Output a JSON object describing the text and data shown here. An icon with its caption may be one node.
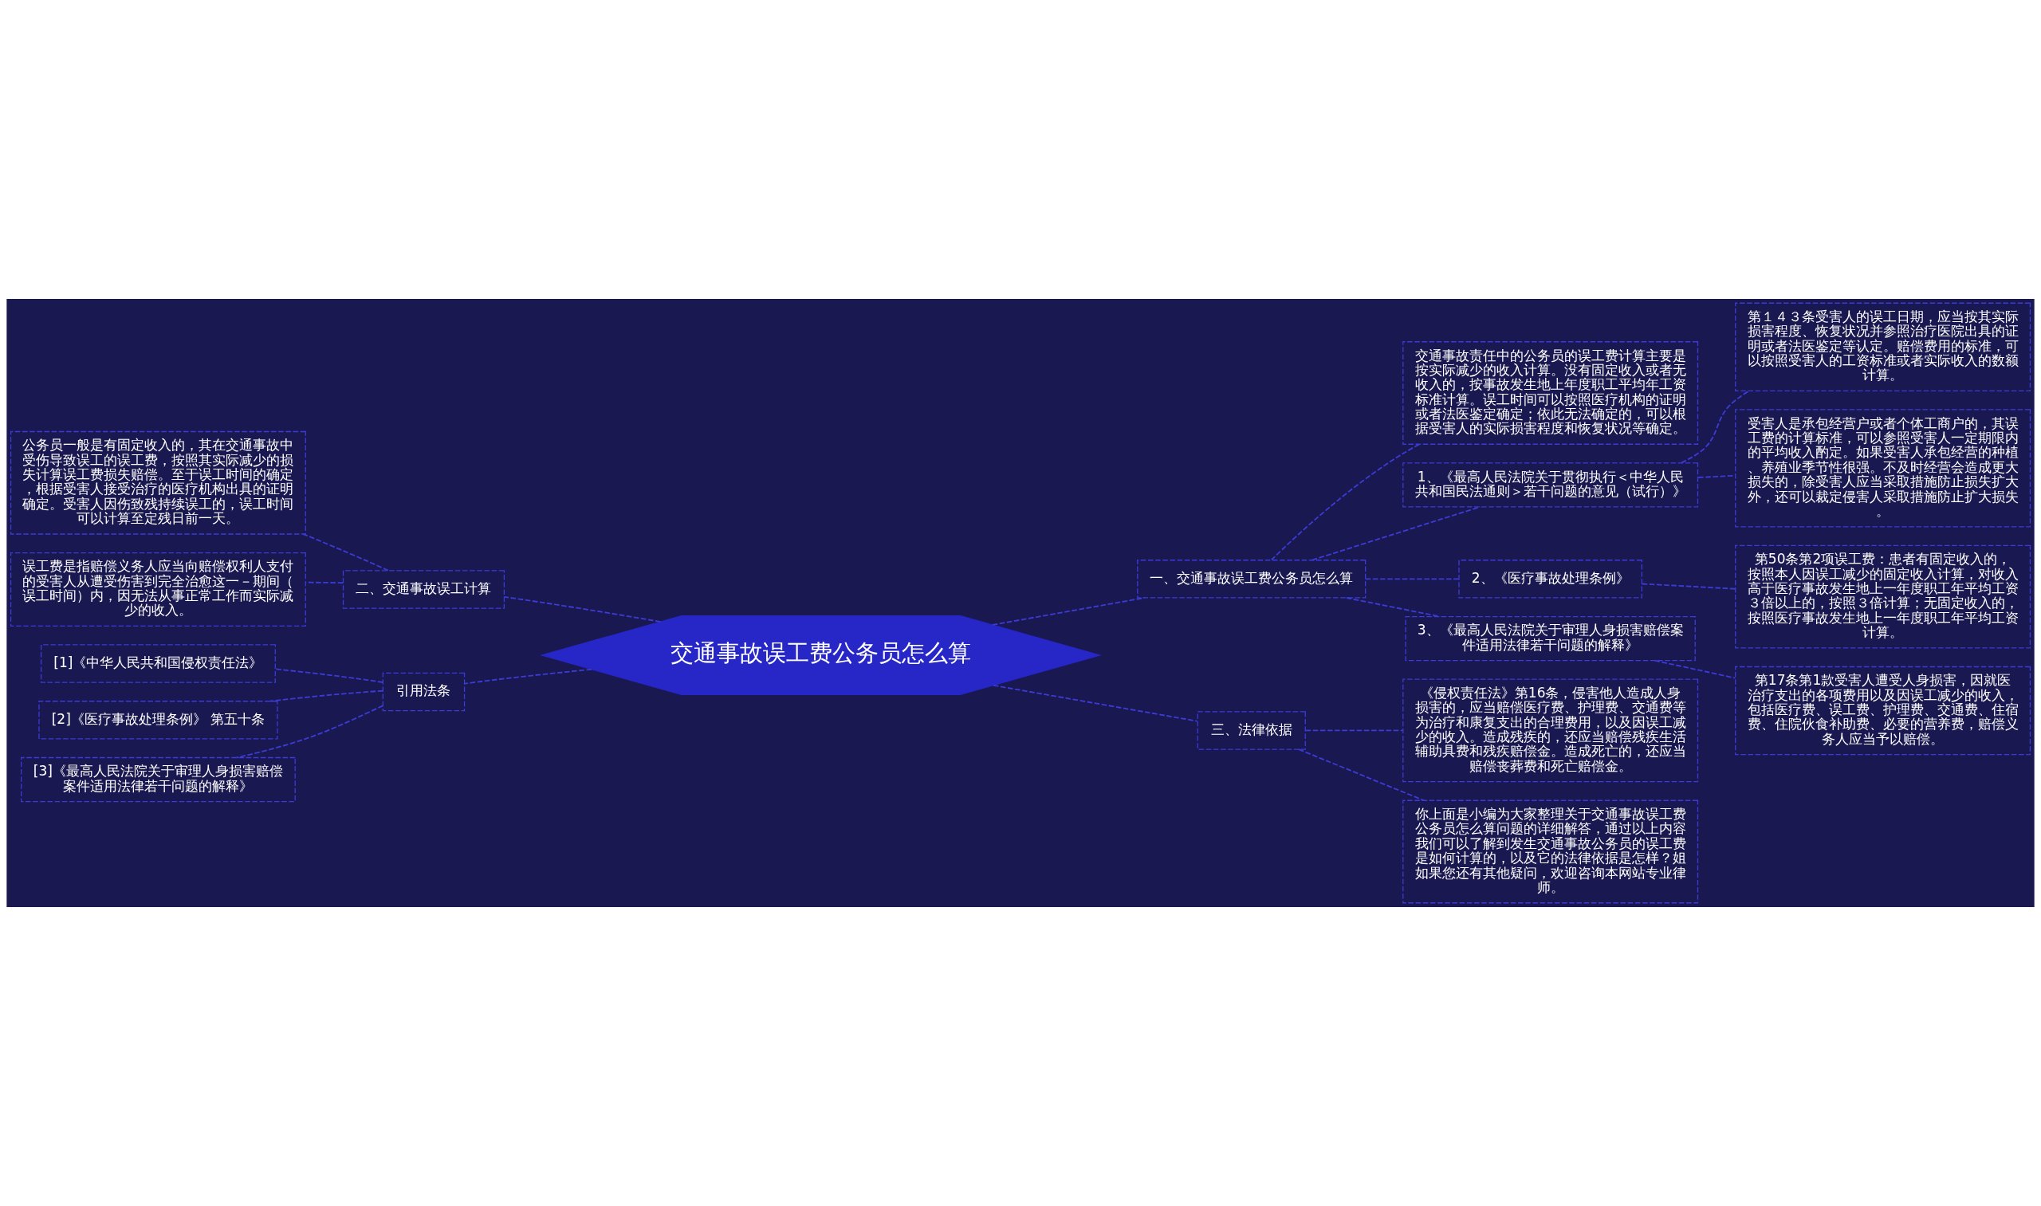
{
  "diagram": {
    "nodes": [
      {
        "text": [
          "交通事故误工费公务员怎么算"
        ]
      },
      {
        "text": [
          "一、交通事故误工费公务员怎么算"
        ]
      },
      {
        "text": [
          "交通事故责任中的公务员的误工费计算主要是按实际减少的收入计算。没有固定收入或者无收入的，按事故发生地上年度职工平均年工资标准计算。误工时间可以按照医疗机构的证明或者法医鉴定确定；依此无法确定的，可以根据受害人的实际损害程度和恢复状况等确定。"
        ]
      },
      {
        "text": [
          "1、《最高人民法院关于贯彻执行＜中华人民共和国民法通则＞若干问题的意见（试行）》"
        ]
      },
      {
        "text": [
          "第１４３条受害人的误工日期，应当按其实际损害程度、恢复状况并参照治疗医院出具的证明或者法医鉴定等认定。赔偿费用的标准，可以按照受害人的工资标准或者实际收入的数额计算。"
        ]
      },
      {
        "text": [
          "受害人是承包经营户或者个体工商户的，其误工费的计算标准，可以参照受害人一定期限内的平均收入酌定。如果受害人承包经营的种植、养殖业季节性很强。不及时经营会造成更大损失的，除受害人应当采取措施防止损失扩大外，还可以裁定侵害人采取措施防止扩大损失。"
        ]
      },
      {
        "text": [
          "2、《医疗事故处理条例》"
        ]
      },
      {
        "text": [
          "第50条第2项误工费：患者有固定收入的，按照本人因误工减少的固定收入计算，对收入高于医疗事故发生地上一年度职工年平均工资３倍以上的，按照３倍计算；无固定收入的，按照医疗事故发生地上一年度职工年平均工资计算。"
        ]
      },
      {
        "text": [
          "3、《最高人民法院关于审理人身损害赔偿案件适用法律若干问题的解释》"
        ]
      },
      {
        "text": [
          "第17条第1款受害人遭受人身损害，因就医治疗支出的各项费用以及因误工减少的收入，包括医疗费、误工费、护理费、交通费、住宿费、住院伙食补助费、必要的营养费，赔偿义务人应当予以赔偿。"
        ]
      },
      {
        "text": [
          "二、交通事故误工计算"
        ]
      },
      {
        "text": [
          "公务员一般是有固定收入的，其在交通事故中受伤导致误工的误工费，按照其实际减少的损失计算误工费损失赔偿。至于误工时间的确定，根据受害人接受治疗的医疗机构出具的证明确定。受害人因伤致残持续误工的，误工时间可以计算至定残日前一天。"
        ]
      },
      {
        "text": [
          "误工费是指赔偿义务人应当向赔偿权利人支付的受害人从遭受伤害到完全治愈这一－期间（误工时间）内，因无法从事正常工作而实际减少的收入。"
        ]
      },
      {
        "text": [
          "引用法条"
        ]
      },
      {
        "text": [
          "[1]《中华人民共和国侵权责任法》"
        ]
      },
      {
        "text": [
          "[2]《医疗事故处理条例》 第五十条"
        ]
      },
      {
        "text": [
          "[3]《最高人民法院关于审理人身损害赔偿案件适用法律若干问题的解释》"
        ]
      },
      {
        "text": [
          "三、法律依据"
        ]
      },
      {
        "text": [
          "《侵权责任法》第16条，侵害他人造成人身损害的，应当赔偿医疗费、护理费、交通费等为治疗和康复支出的合理费用，以及因误工减少的收入。造成残疾的，还应当赔偿残疾生活辅助具费和残疾赔偿金。造成死亡的，还应当赔偿丧葬费和死亡赔偿金。"
        ]
      },
      {
        "text": [
          "你上面是小编为大家整理关于交通事故误工费公务员怎么算问题的详细解答，通过以上内容我们可以了解到发生交通事故公务员的误工费是如何计算的，以及它的法律依据是怎样？姐如果您还有其他疑问，欢迎咨询本网站专业律师。"
        ]
      }
    ],
    "edges": [
      {
        "from": 0,
        "to": 1,
        "arrow": "none",
        "style": "dashed"
      },
      {
        "from": 1,
        "to": 2,
        "arrow": "none",
        "style": "dashed"
      },
      {
        "from": 1,
        "to": 3,
        "arrow": "none",
        "style": "dashed"
      },
      {
        "from": 3,
        "to": 4,
        "arrow": "none",
        "style": "dashed"
      },
      {
        "from": 3,
        "to": 5,
        "arrow": "none",
        "style": "dashed"
      },
      {
        "from": 1,
        "to": 6,
        "arrow": "none",
        "style": "dashed"
      },
      {
        "from": 6,
        "to": 7,
        "arrow": "none",
        "style": "dashed"
      },
      {
        "from": 1,
        "to": 8,
        "arrow": "none",
        "style": "dashed"
      },
      {
        "from": 8,
        "to": 9,
        "arrow": "none",
        "style": "dashed"
      },
      {
        "from": 0,
        "to": 10,
        "arrow": "none",
        "style": "dashed"
      },
      {
        "from": 10,
        "to": 11,
        "arrow": "none",
        "style": "dashed"
      },
      {
        "from": 10,
        "to": 12,
        "arrow": "none",
        "style": "dashed"
      },
      {
        "from": 0,
        "to": 13,
        "arrow": "none",
        "style": "dashed"
      },
      {
        "from": 13,
        "to": 14,
        "arrow": "none",
        "style": "dashed"
      },
      {
        "from": 13,
        "to": 15,
        "arrow": "none",
        "style": "dashed"
      },
      {
        "from": 13,
        "to": 16,
        "arrow": "none",
        "style": "dashed"
      },
      {
        "from": 0,
        "to": 17,
        "arrow": "none",
        "style": "dashed"
      },
      {
        "from": 17,
        "to": 18,
        "arrow": "none",
        "style": "dashed"
      },
      {
        "from": 17,
        "to": 19,
        "arrow": "none",
        "style": "dashed"
      }
    ]
  }
}
